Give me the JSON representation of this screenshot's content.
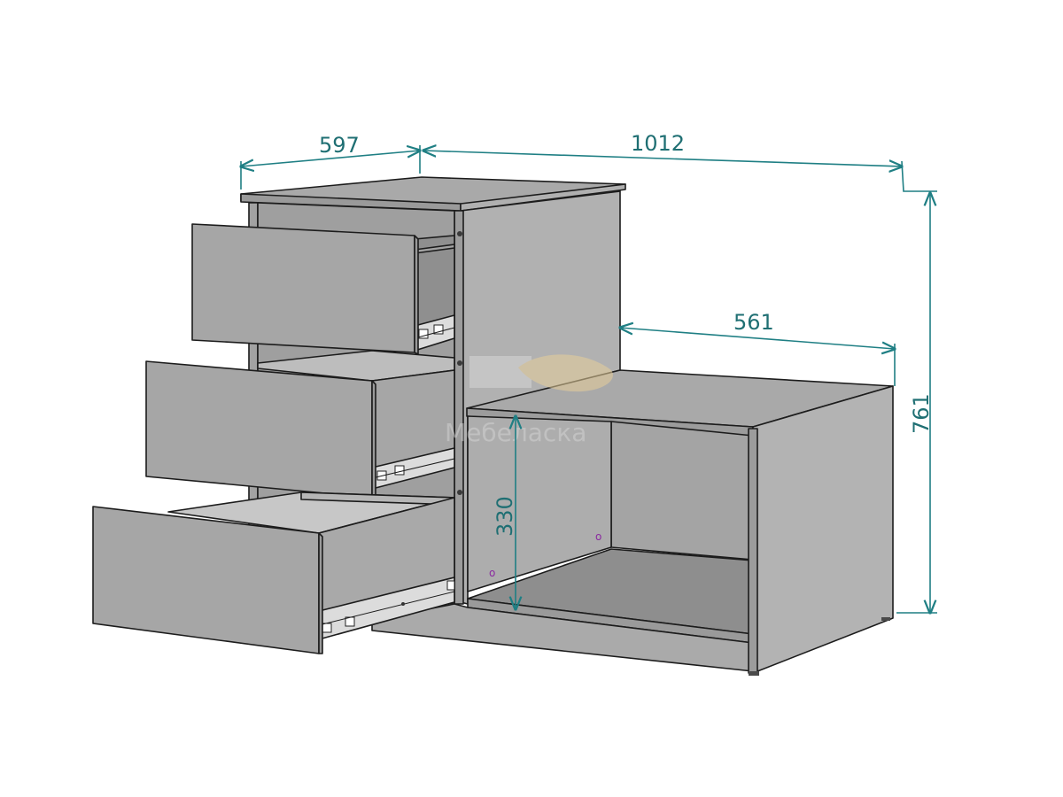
{
  "dimensions": {
    "depth": "597",
    "width": "1012",
    "shelf_depth": "561",
    "height": "761",
    "niche_height": "330"
  },
  "watermark": {
    "text": "Мебеласка"
  },
  "colors": {
    "panel": "#a7a7a7",
    "panel_light": "#b4b4b4",
    "panel_dark": "#8d8d8d",
    "interior": "#9b9b9b",
    "dimension": "#1f7f84",
    "marker": "#8a2aa0"
  }
}
